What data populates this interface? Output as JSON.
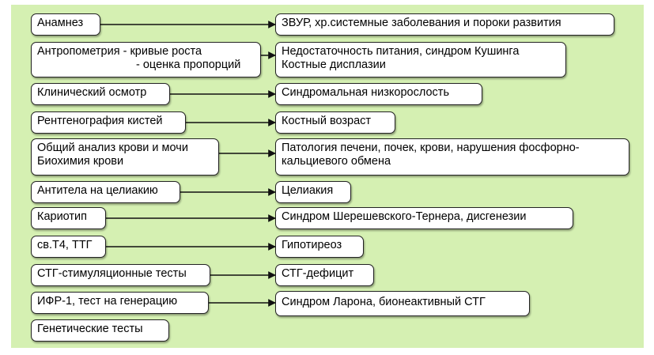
{
  "diagram": {
    "rows": [
      {
        "left": [
          "Анамнез"
        ],
        "right": [
          "ЗВУР, хр.системные заболевания и пороки развития"
        ]
      },
      {
        "left": [
          "Антропометрия - кривые роста",
          "- оценка пропорций"
        ],
        "right": [
          "Недостаточность питания, синдром Кушинга",
          "Костные дисплазии"
        ]
      },
      {
        "left": [
          "Клинический осмотр"
        ],
        "right": [
          "Синдромальная низкорослость"
        ]
      },
      {
        "left": [
          "Рентгенография кистей"
        ],
        "right": [
          "Костный возраст"
        ]
      },
      {
        "left": [
          "Общий анализ крови и мочи",
          "Биохимия крови"
        ],
        "right": [
          "Патология печени, почек, крови, нарушения фосфорно-",
          "кальциевого обмена"
        ]
      },
      {
        "left": [
          "Антитела на целиакию"
        ],
        "right": [
          "Целиакия"
        ]
      },
      {
        "left": [
          "Кариотип"
        ],
        "right": [
          "Синдром Шерешевского-Тернера, дисгенезии"
        ]
      },
      {
        "left": [
          "св.Т4, ТТГ"
        ],
        "right": [
          "Гипотиреоз"
        ]
      },
      {
        "left": [
          "СТГ-стимуляционные тесты"
        ],
        "right": [
          "СТГ-дефицит"
        ]
      },
      {
        "left": [
          "ИФР-1, тест на генерацию"
        ],
        "right": [
          "Синдром Ларона, бионеактивный СТГ"
        ]
      },
      {
        "left": [
          "Генетические тесты"
        ],
        "right": []
      }
    ]
  },
  "colors": {
    "background": "#d5f0b2",
    "box_fill": "#ffffff",
    "border": "#222222"
  }
}
